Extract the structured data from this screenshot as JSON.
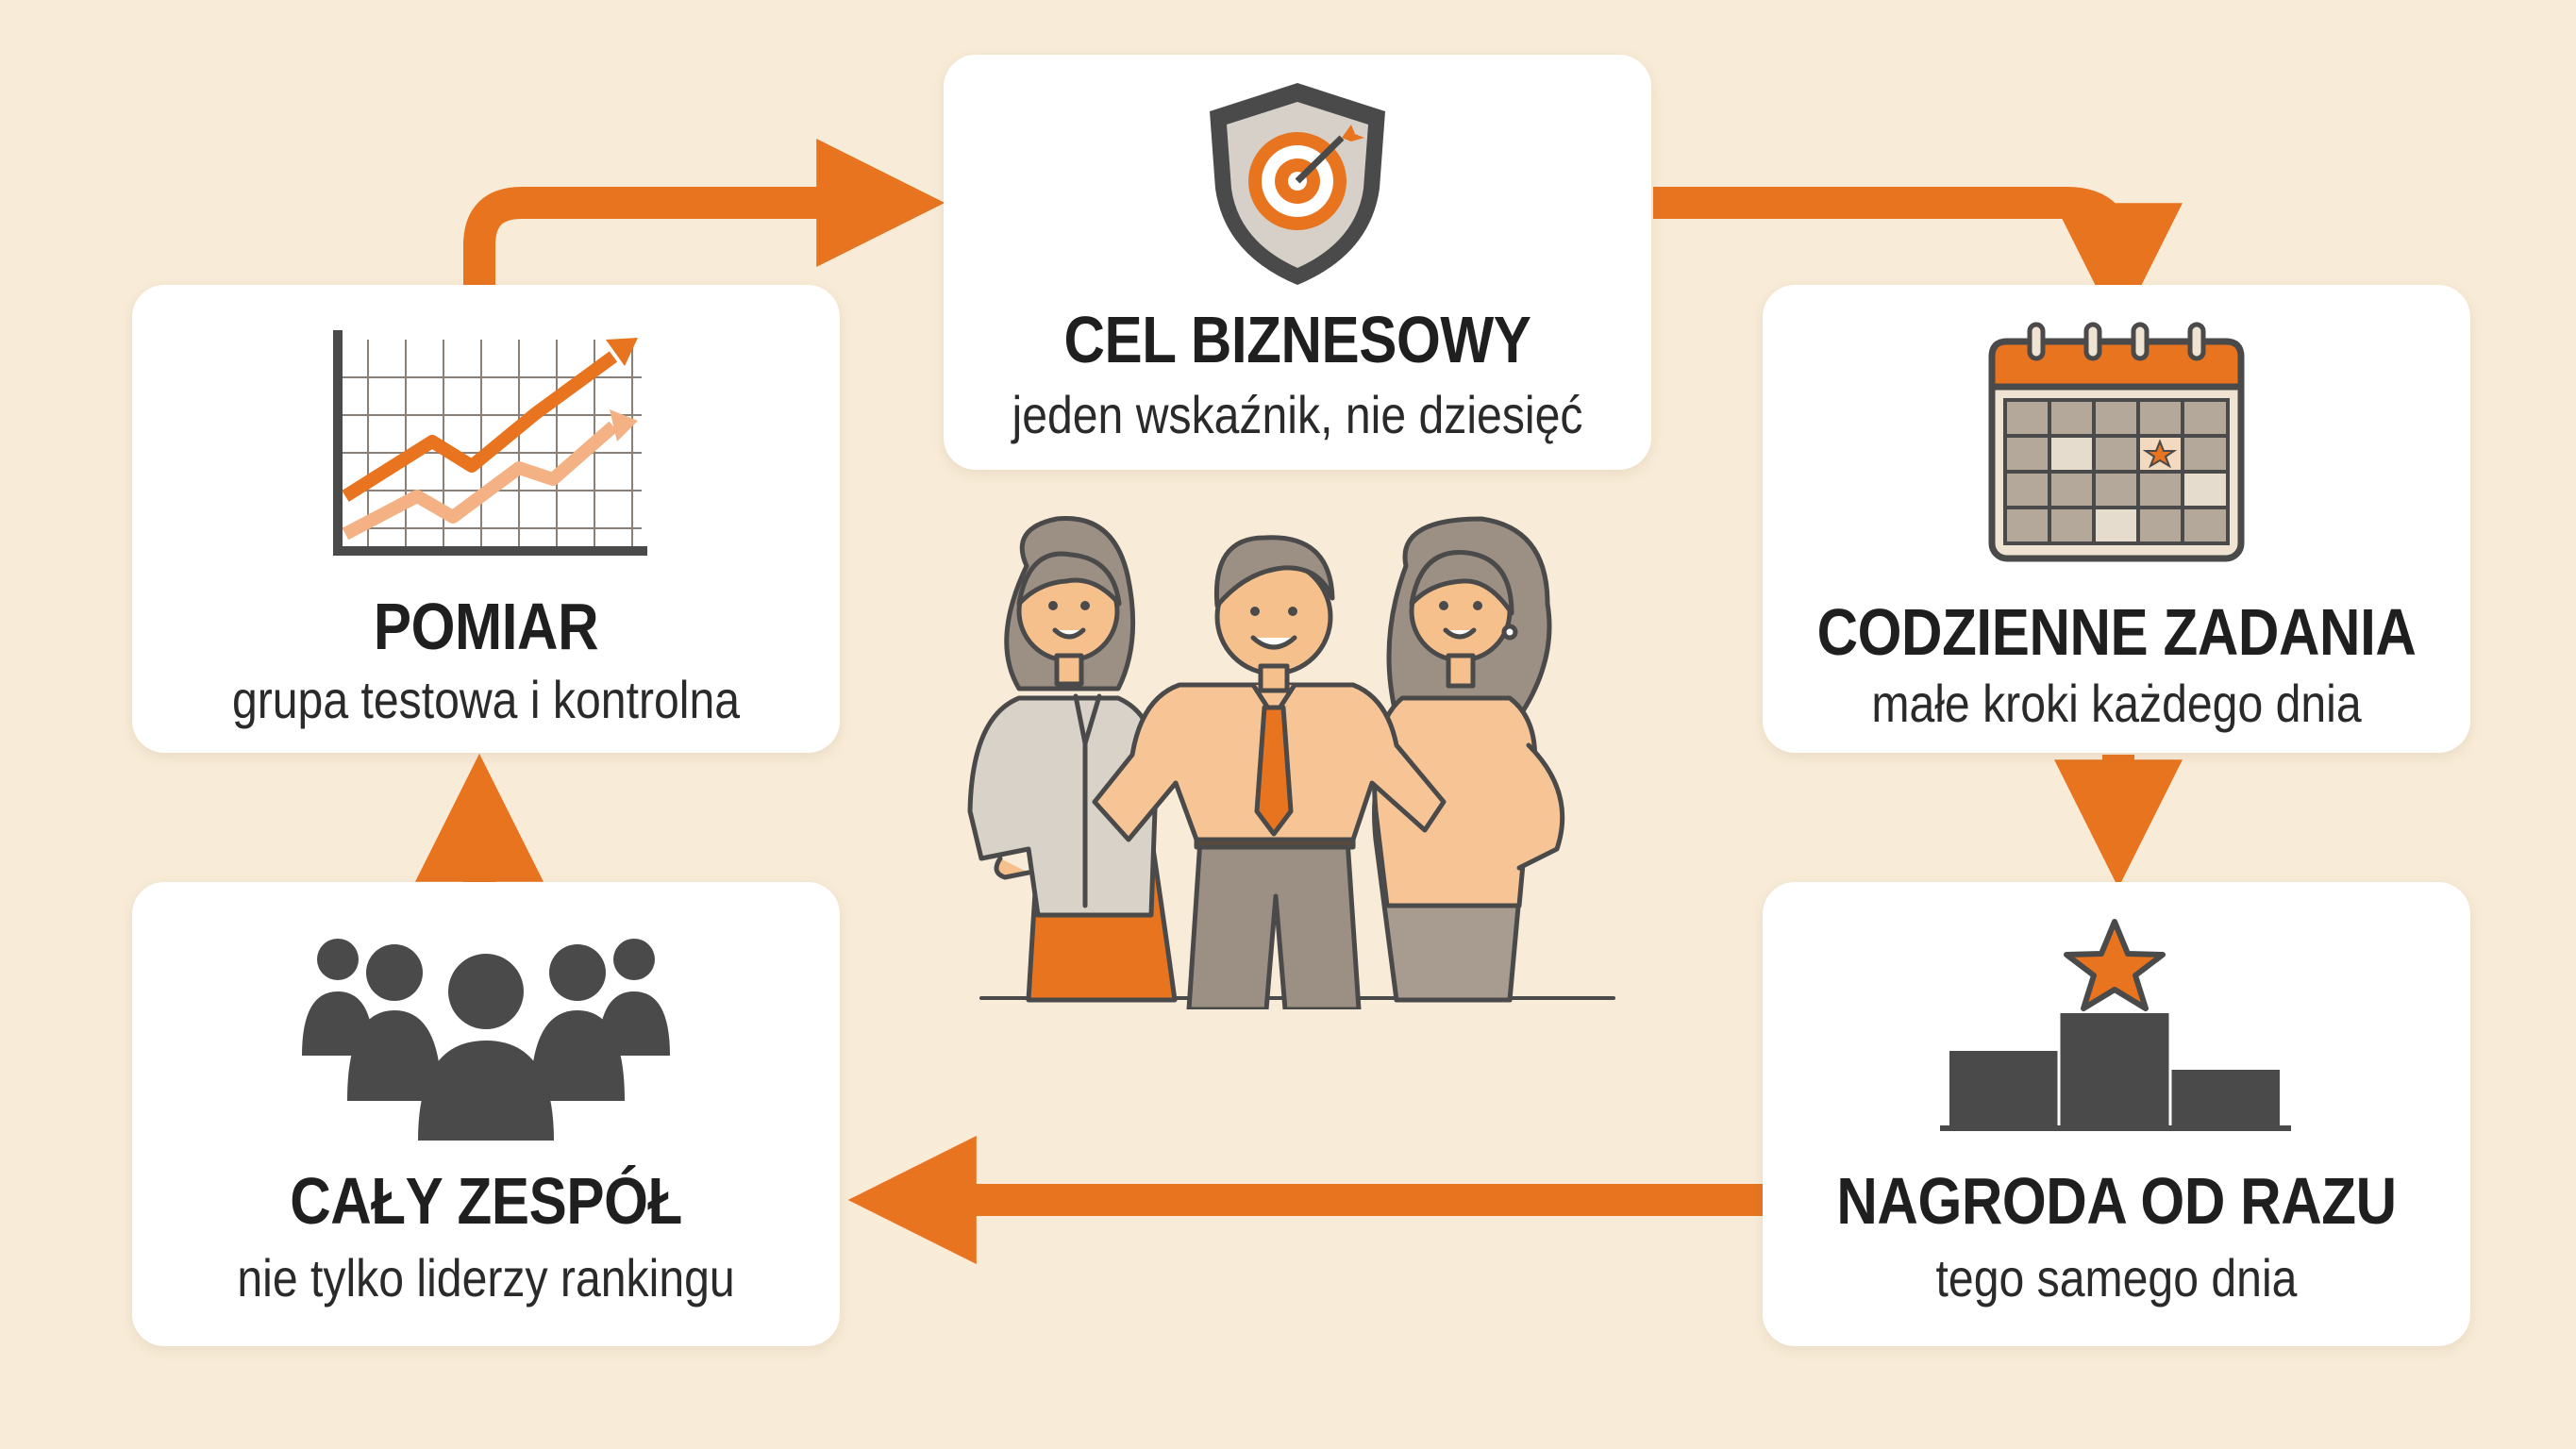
{
  "colors": {
    "background": "#f8ecd8",
    "accent": "#e8741f",
    "accent_light": "#f4b184",
    "dark": "#4a4a4a",
    "card": "#ffffff"
  },
  "steps": [
    {
      "id": "cel",
      "title": "CEL BIZNESOWY",
      "subtitle": "jeden wskaźnik, nie dziesięć",
      "icon": "shield-target-icon"
    },
    {
      "id": "zadania",
      "title": "CODZIENNE ZADANIA",
      "subtitle": "małe kroki każdego dnia",
      "icon": "calendar-icon"
    },
    {
      "id": "nagroda",
      "title": "NAGRODA OD RAZU",
      "subtitle": "tego samego dnia",
      "icon": "podium-star-icon"
    },
    {
      "id": "zespol",
      "title": "CAŁY ZESPÓŁ",
      "subtitle": "nie tylko liderzy rankingu",
      "icon": "team-icon"
    },
    {
      "id": "pomiar",
      "title": "POMIAR",
      "subtitle": "grupa testowa i kontrolna",
      "icon": "growth-chart-icon"
    }
  ],
  "flow": [
    {
      "from": "pomiar",
      "to": "cel"
    },
    {
      "from": "cel",
      "to": "zadania"
    },
    {
      "from": "zadania",
      "to": "nagroda"
    },
    {
      "from": "nagroda",
      "to": "zespol"
    },
    {
      "from": "zespol",
      "to": "pomiar"
    }
  ],
  "center_illustration": "team-people-illustration"
}
